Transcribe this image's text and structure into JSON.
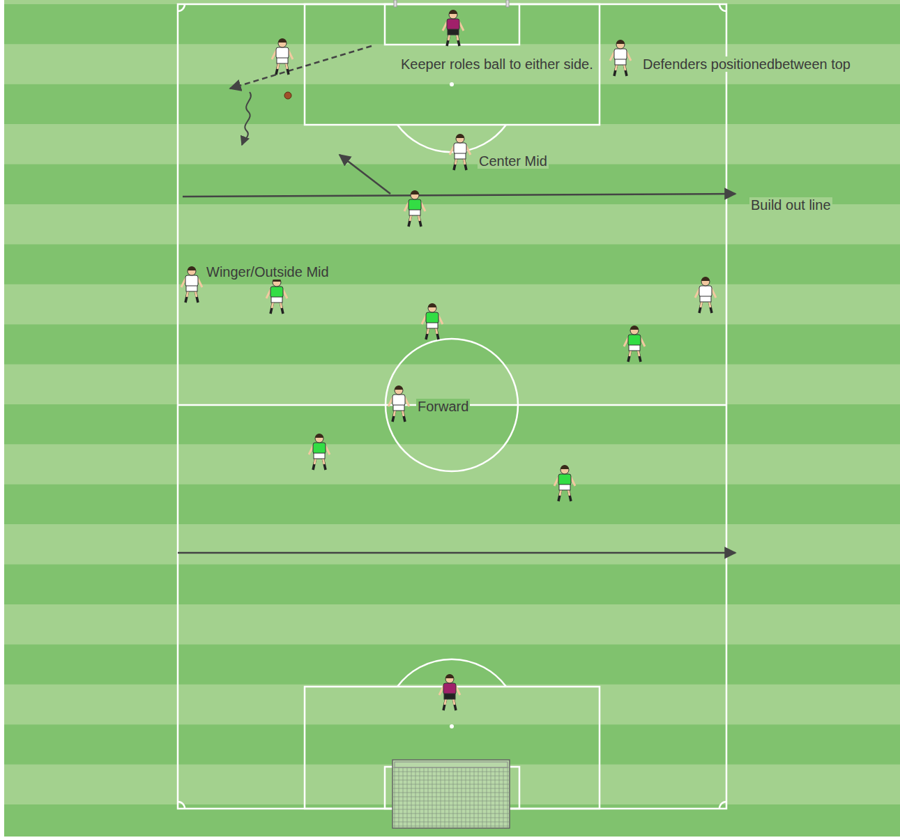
{
  "diagram": {
    "labels": [
      "Keeper roles ball to either side.",
      "Defenders positionedbetween top",
      "Center Mid",
      "Build out line",
      "Winger/Outside Mid",
      "Forward"
    ]
  }
}
